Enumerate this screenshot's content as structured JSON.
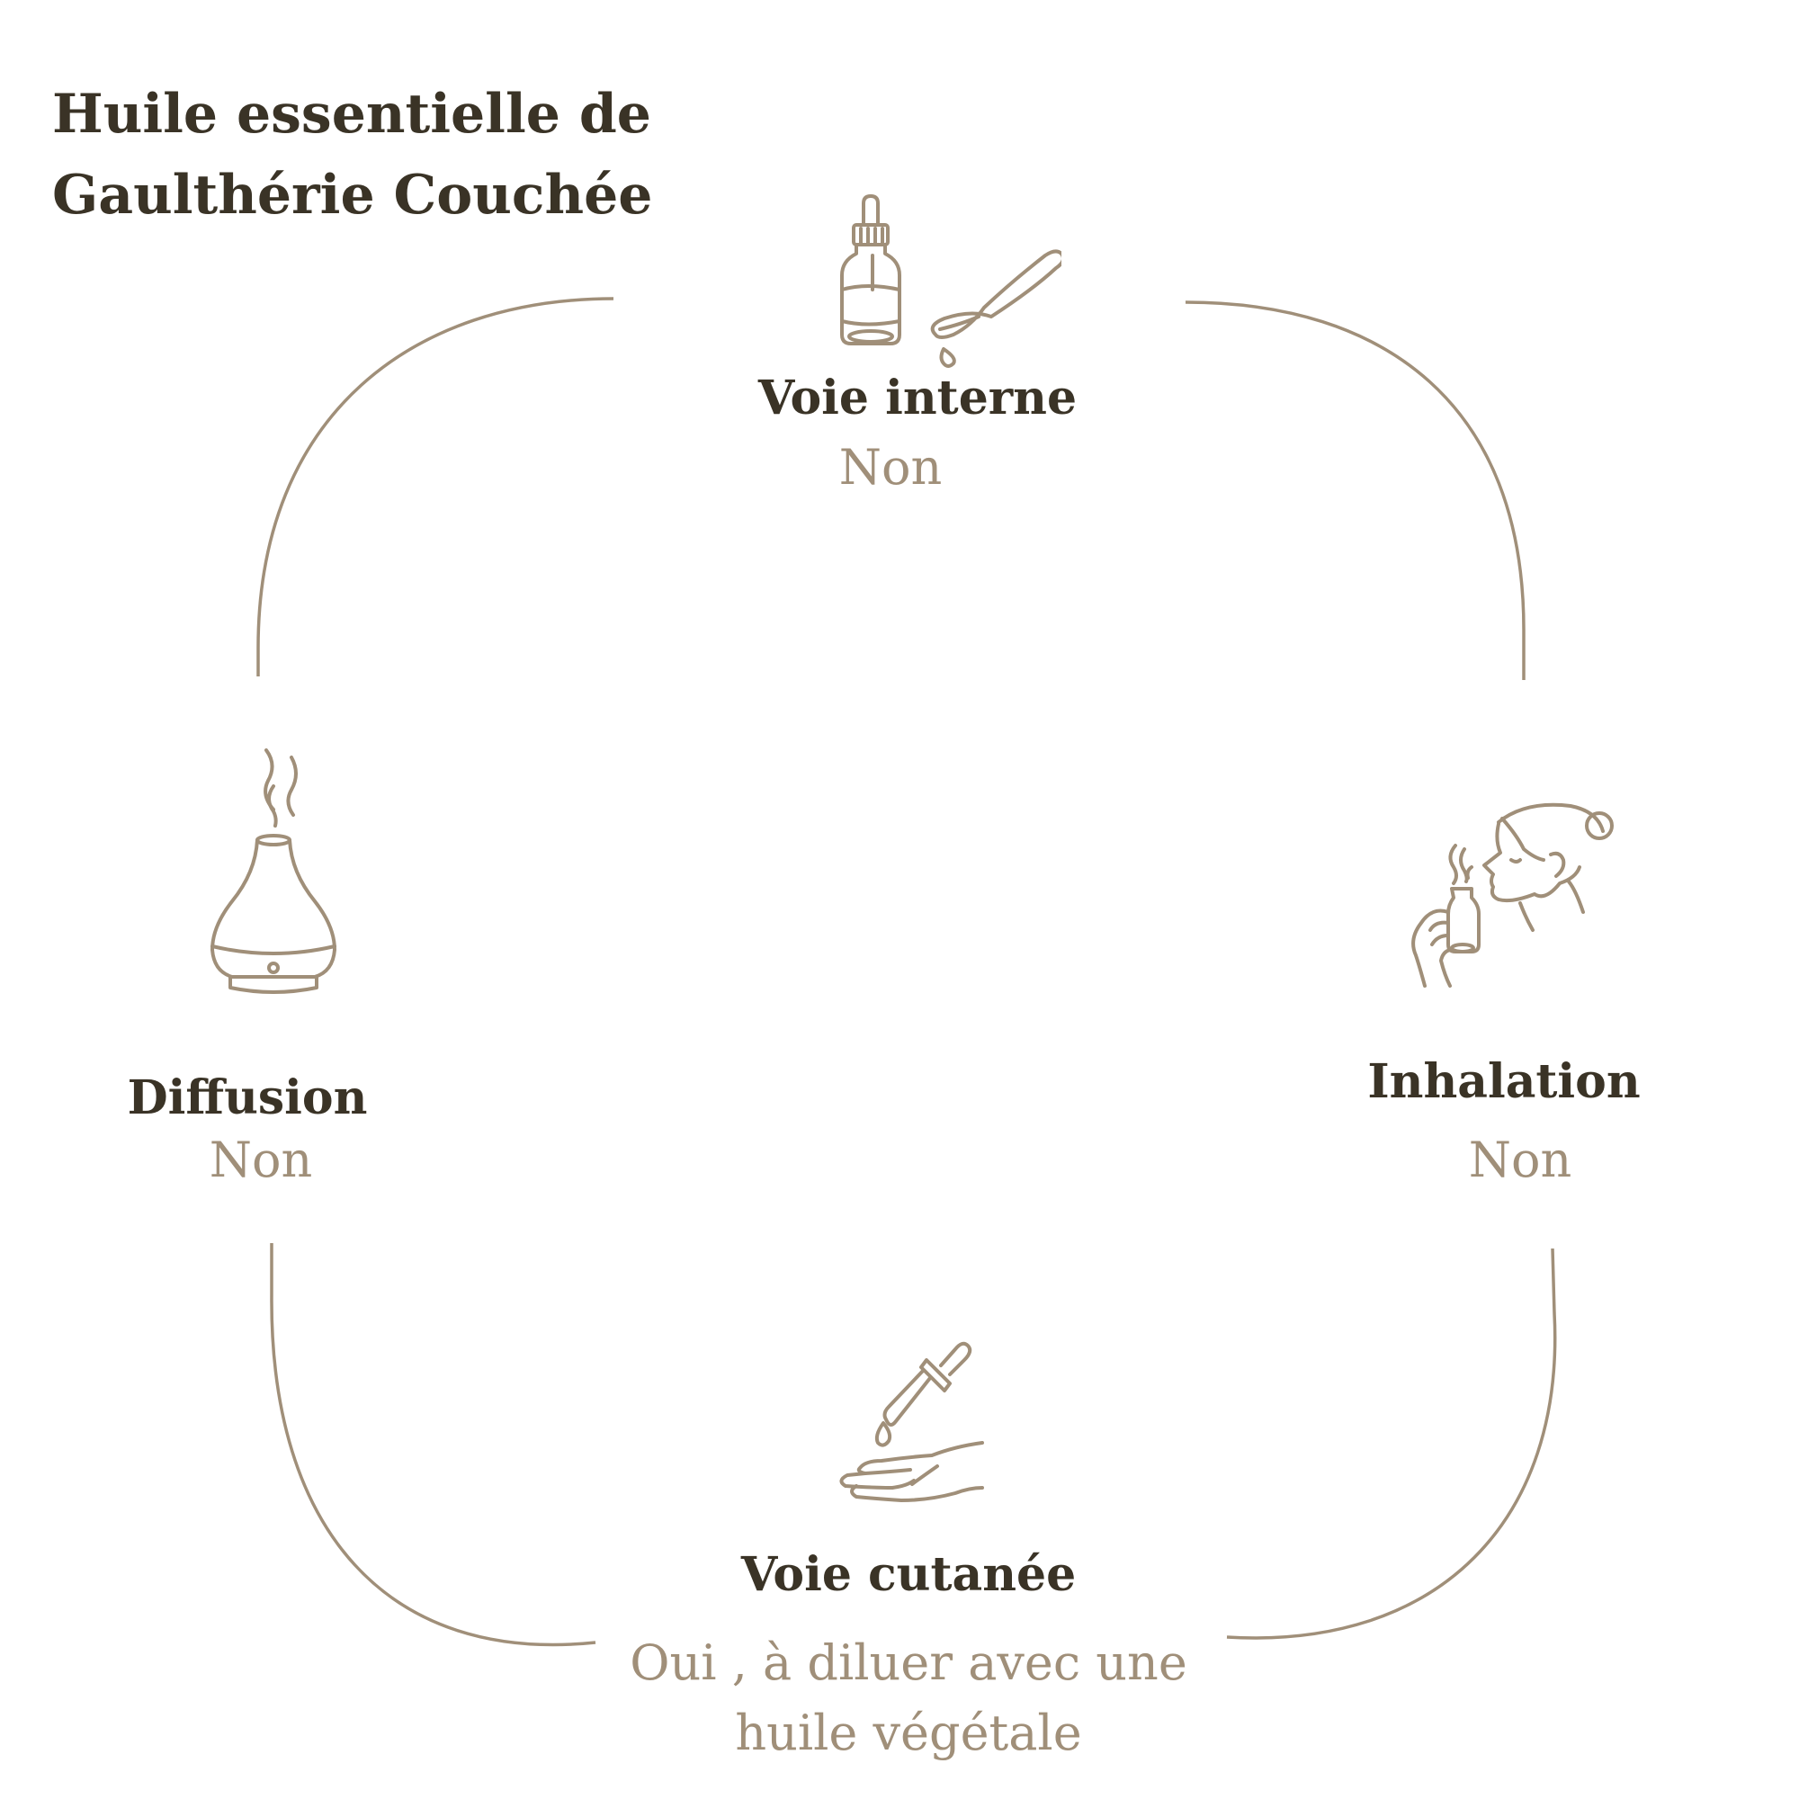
{
  "title": {
    "line1": "Huile essentielle de",
    "line2": "Gaulthérie Couchée"
  },
  "colors": {
    "heading": "#3a3326",
    "accent": "#a08f79",
    "background": "#ffffff"
  },
  "usages": [
    {
      "id": "voie-interne",
      "label": "Voie interne",
      "value": "Non",
      "icon": "dropper-bottle-and-spoon-icon"
    },
    {
      "id": "inhalation",
      "label": "Inhalation",
      "value": "Non",
      "icon": "person-smelling-bottle-icon"
    },
    {
      "id": "voie-cutanee",
      "label": "Voie cutanée",
      "value_line1": "Oui , à diluer avec une",
      "value_line2": "huile végétale",
      "icon": "dropper-on-hand-icon"
    },
    {
      "id": "diffusion",
      "label": "Diffusion",
      "value": "Non",
      "icon": "diffuser-icon"
    }
  ]
}
